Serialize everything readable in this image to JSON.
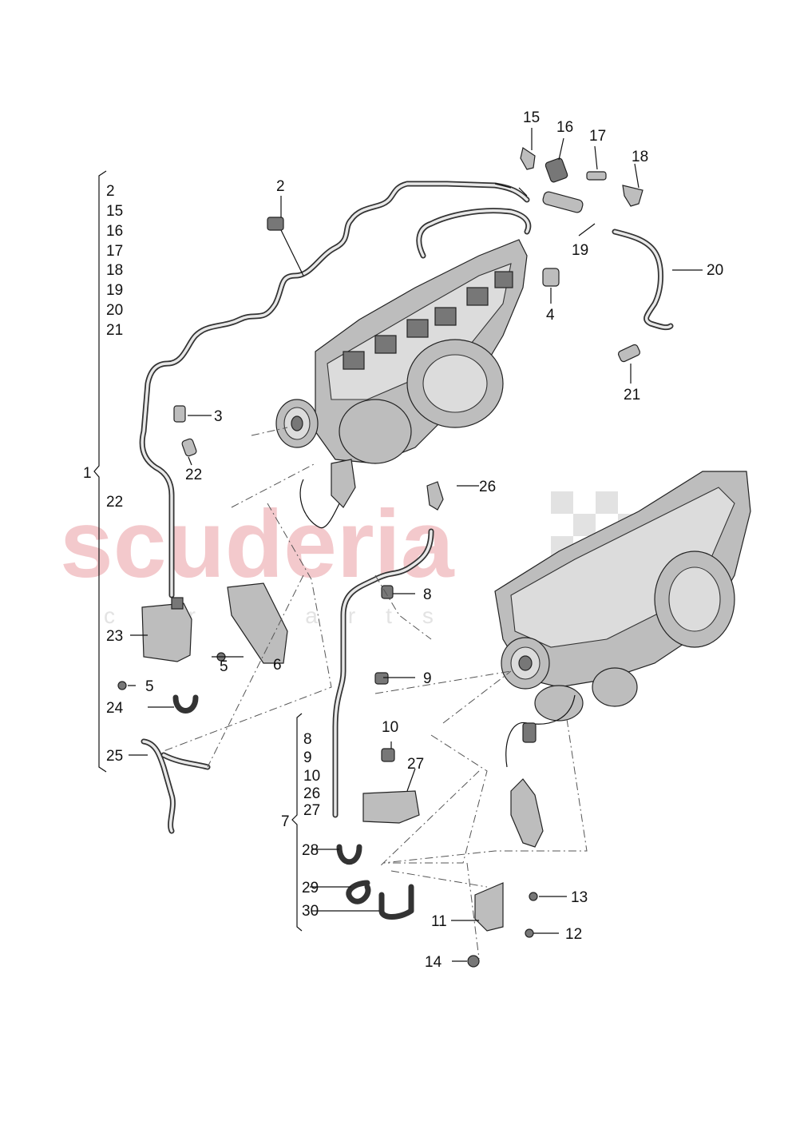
{
  "watermark": {
    "brand": "scuderia",
    "sub": "car parts"
  },
  "colors": {
    "watermark": "#f3c9cc",
    "lines": "#111111",
    "parts": "#bdbdbd"
  },
  "groups": {
    "group1": {
      "number": "1",
      "items": [
        "2",
        "15",
        "16",
        "17",
        "18",
        "19",
        "20",
        "21",
        "22"
      ]
    },
    "group7": {
      "number": "7",
      "items": [
        "8",
        "9",
        "10",
        "26",
        "27"
      ]
    }
  },
  "callouts": {
    "c2": "2",
    "c3": "3",
    "c4": "4",
    "c5a": "5",
    "c5b": "5",
    "c6": "6",
    "c8": "8",
    "c9": "9",
    "c10": "10",
    "c11": "11",
    "c12": "12",
    "c13": "13",
    "c14": "14",
    "c15": "15",
    "c16": "16",
    "c17": "17",
    "c18": "18",
    "c19": "19",
    "c20": "20",
    "c21": "21",
    "c22": "22",
    "c23": "23",
    "c24": "24",
    "c25": "25",
    "c26": "26",
    "c27": "27",
    "c28": "28",
    "c29": "29",
    "c30": "30"
  }
}
